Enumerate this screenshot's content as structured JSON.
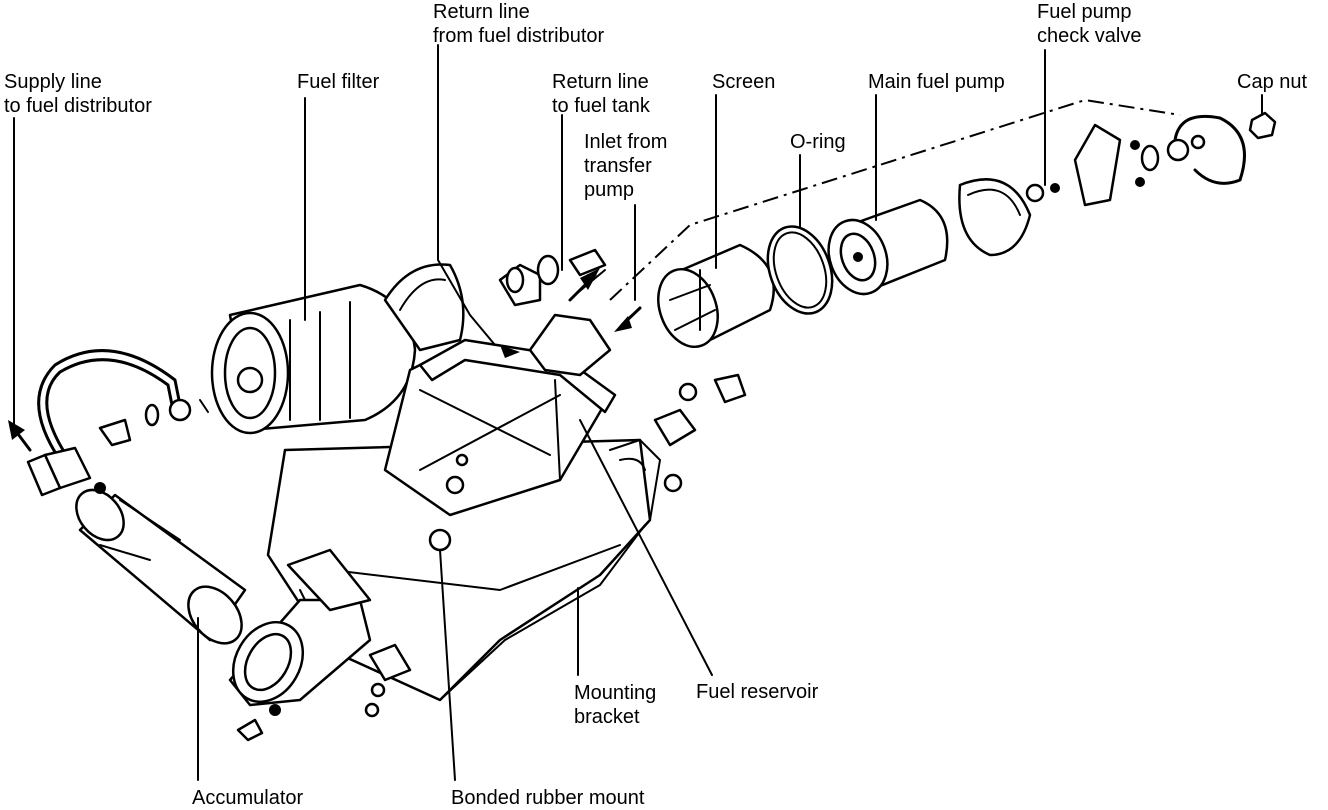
{
  "labels": {
    "supply_line": [
      "Supply line",
      "to fuel distributor"
    ],
    "fuel_filter": "Fuel filter",
    "return_from_distributor": [
      "Return line",
      "from fuel distributor"
    ],
    "return_to_tank": [
      "Return line",
      "to fuel tank"
    ],
    "inlet_transfer": [
      "Inlet from",
      "transfer",
      "pump"
    ],
    "screen": "Screen",
    "o_ring": "O-ring",
    "main_pump": "Main fuel pump",
    "check_valve": [
      "Fuel pump",
      "check valve"
    ],
    "cap_nut": "Cap nut",
    "accumulator": "Accumulator",
    "bonded_mount": "Bonded rubber mount",
    "mounting_bracket": [
      "Mounting",
      "bracket"
    ],
    "fuel_reservoir": "Fuel reservoir"
  }
}
